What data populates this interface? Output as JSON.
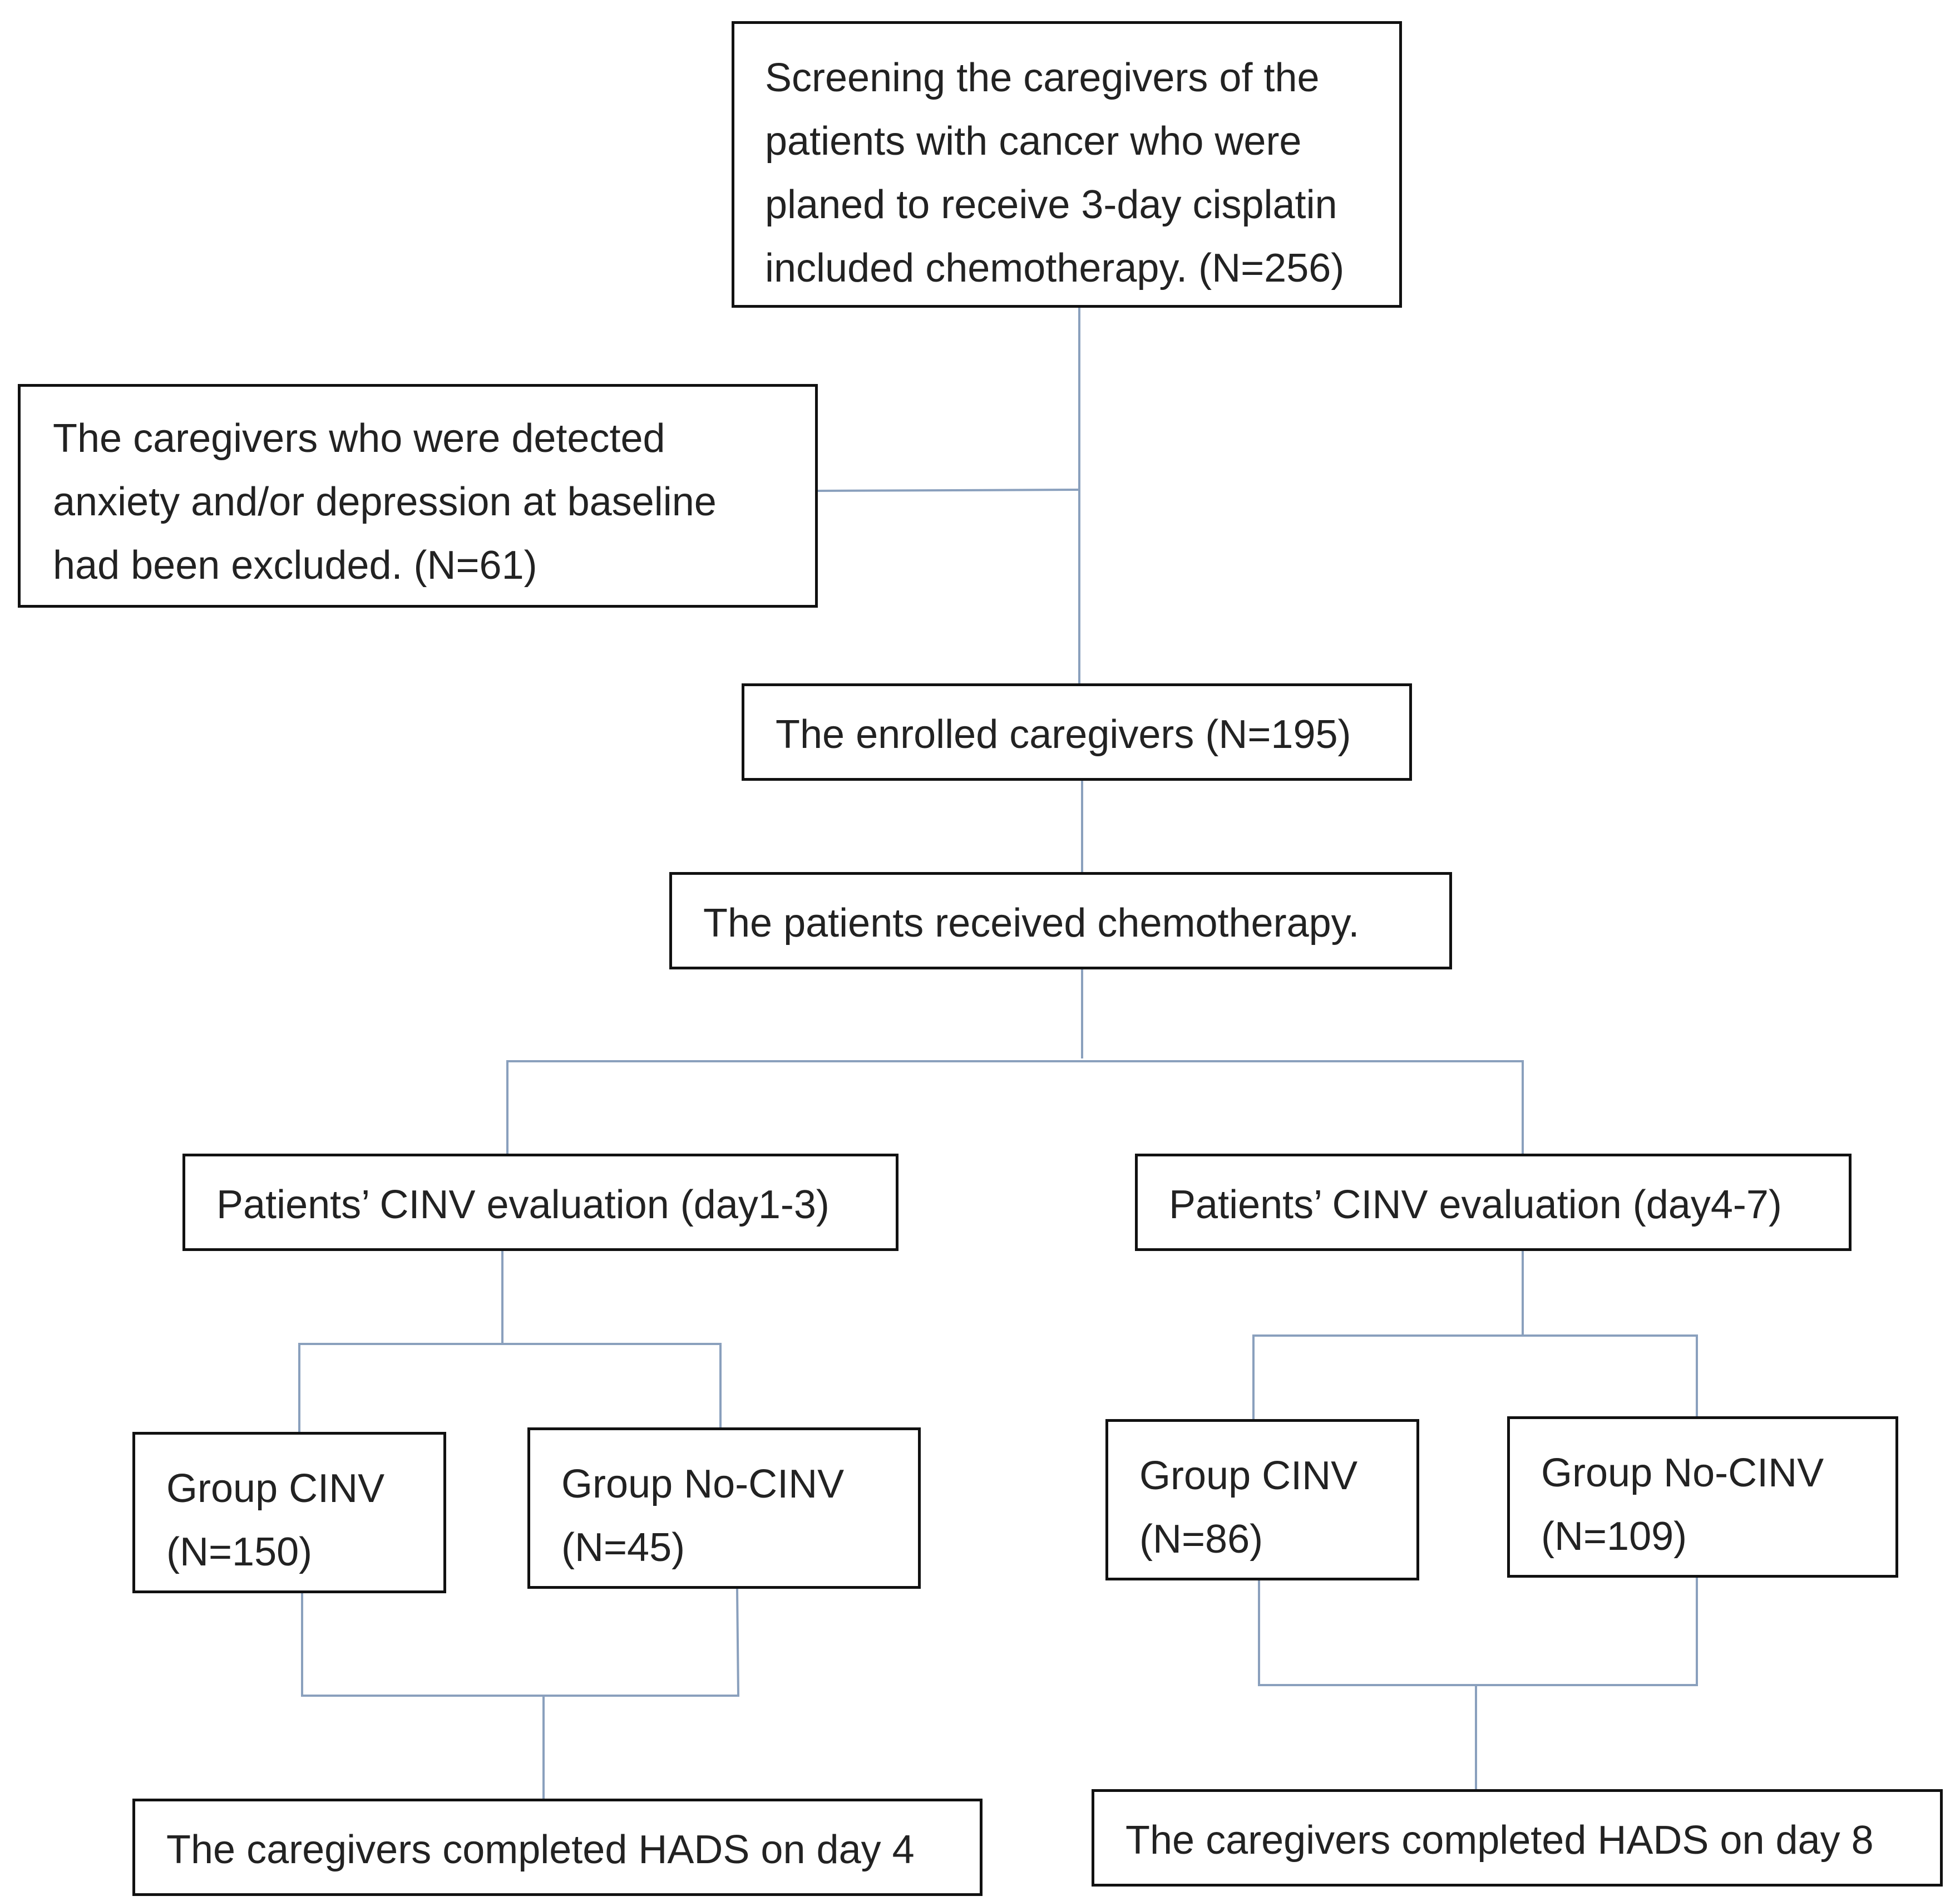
{
  "flowchart": {
    "screening": {
      "lines": [
        "Screening the caregivers of the",
        "patients with cancer who were",
        "planed to receive 3-day cisplatin",
        "included chemotherapy. (N=256)"
      ]
    },
    "excluded": {
      "lines": [
        "The caregivers who were detected",
        "anxiety and/or depression at baseline",
        "had been excluded. (N=61)"
      ]
    },
    "enrolled": "The enrolled caregivers (N=195)",
    "chemotherapy": "The patients received chemotherapy.",
    "evaluation_day1_3": "Patients’ CINV evaluation (day1-3)",
    "evaluation_day4_7": "Patients’ CINV evaluation (day4-7)",
    "left_branch": {
      "group_cinv": {
        "name": "Group CINV",
        "count": "(N=150)"
      },
      "group_no_cinv": {
        "name": "Group No-CINV",
        "count": "(N=45)"
      },
      "hads": "The caregivers completed HADS on day 4"
    },
    "right_branch": {
      "group_cinv": {
        "name": "Group CINV",
        "count": "(N=86)"
      },
      "group_no_cinv": {
        "name": "Group No-CINV",
        "count": "(N=109)"
      },
      "hads": "The caregivers completed HADS on day 8"
    }
  },
  "colors": {
    "box_border": "#111111",
    "connector": "#8aa0bd",
    "text": "#222222",
    "background": "#ffffff"
  }
}
